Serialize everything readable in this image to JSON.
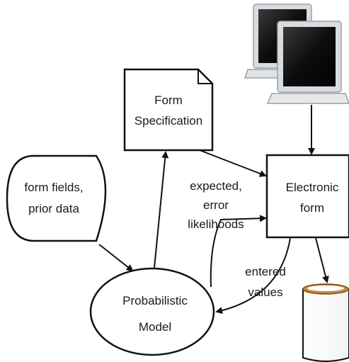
{
  "nodes": {
    "form_spec": {
      "line1": "Form",
      "line2": "Specification"
    },
    "form_fields": {
      "line1": "form fields,",
      "line2": "prior data"
    },
    "electronic_form": {
      "line1": "Electronic",
      "line2": "form"
    },
    "model": {
      "line1": "Probabilistic",
      "line2": "Model"
    }
  },
  "edge_labels": {
    "expected": {
      "line1": "expected,",
      "line2": "error",
      "line3": "likelihoods"
    },
    "entered": {
      "line1": "entered",
      "line2": "values"
    }
  }
}
